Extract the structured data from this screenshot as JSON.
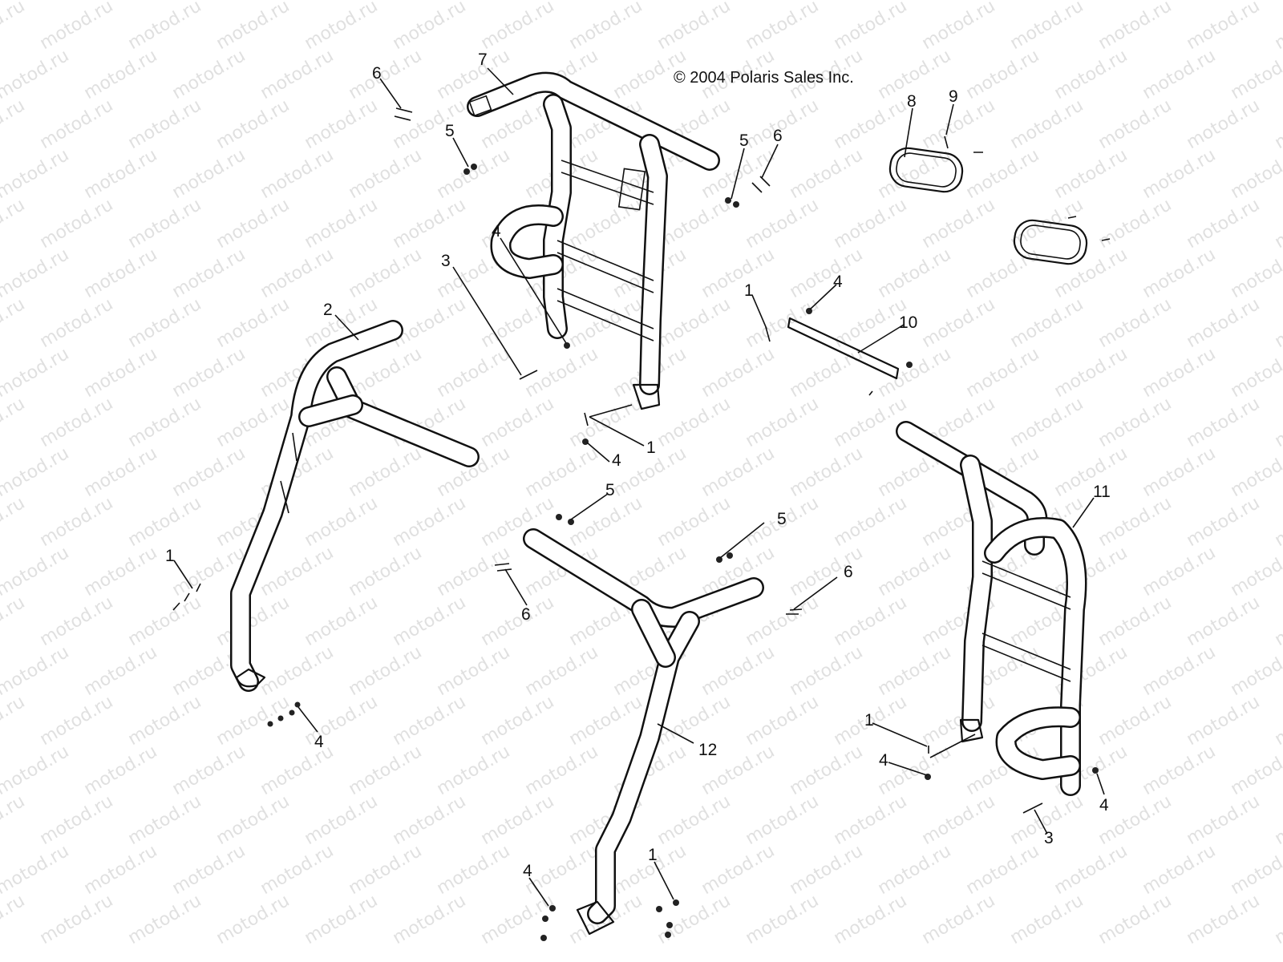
{
  "watermark": "motod.ru",
  "copyright": "© 2004 Polaris Sales Inc.",
  "callouts": {
    "c6a": "6",
    "c7": "7",
    "c5a": "5",
    "c5b": "5",
    "c6b": "6",
    "c8": "8",
    "c9": "9",
    "c4a": "4",
    "c3a": "3",
    "c2": "2",
    "c1a": "1",
    "c4b": "4",
    "c10": "10",
    "c1b": "1",
    "c4c": "4",
    "c5c": "5",
    "c5d": "5",
    "c11": "11",
    "c1c": "1",
    "c6c": "6",
    "c6d": "6",
    "c4d": "4",
    "c12": "12",
    "c1d": "1",
    "c4e": "4",
    "c4f": "4",
    "c3b": "3",
    "c4g": "4",
    "c1e": "1"
  }
}
